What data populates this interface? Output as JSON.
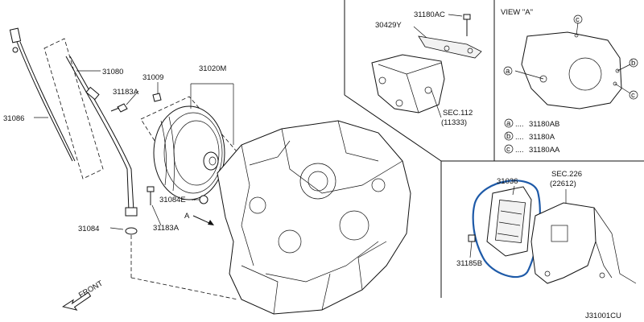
{
  "labels": {
    "p31080": "31080",
    "p31086": "31086",
    "p31183a_top": "31183A",
    "p31009": "31009",
    "p31020m": "31020M",
    "p31084e": "31084E",
    "p31183a_bot": "31183A",
    "p31084": "31084",
    "p30429y": "30429Y",
    "p31180ac": "31180AC",
    "sec112": "SEC.112",
    "sec112_ref": "(11333)",
    "view_a": "VIEW \"A\"",
    "callout_a": "a",
    "callout_b": "b",
    "callout_c": "c",
    "legend_a": "31180AB",
    "legend_b": "31180A",
    "legend_c": "31180AA",
    "legend_dots": "....",
    "p31036": "31036",
    "sec226": "SEC.226",
    "sec226_ref": "(22612)",
    "p31185b": "31185B",
    "arrow_a": "A",
    "front": "FRONT",
    "diagram_code": "J31001CU"
  },
  "colors": {
    "highlight": "#1e5aa8",
    "line": "#111111"
  }
}
